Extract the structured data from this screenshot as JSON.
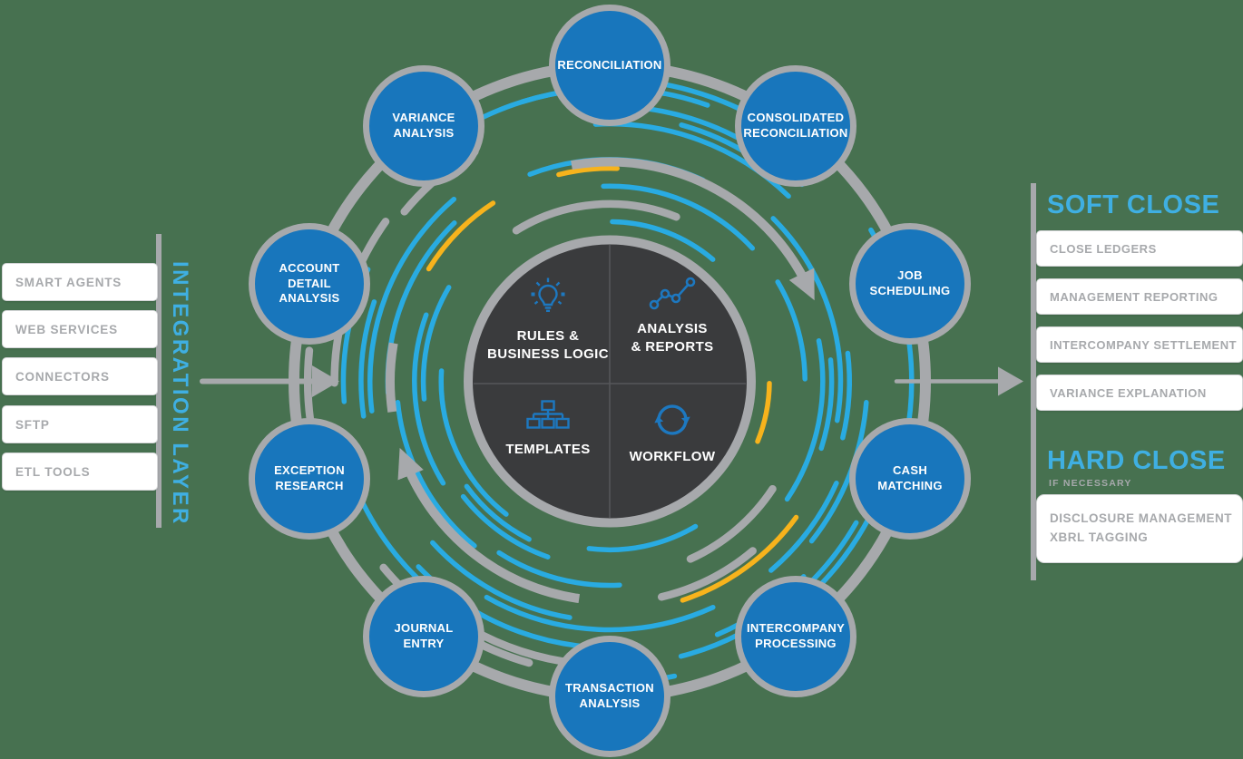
{
  "palette": {
    "background_green": "#477150",
    "node_blue": "#1876BC",
    "ring_gray": "#A7A9AC",
    "hub_dark": "#3A3B3D",
    "heading_blue": "#3FAFE2",
    "dash_cyan": "#29ABE2",
    "dash_yellow": "#F7B31C",
    "dash_gray": "#A7A9AC",
    "icon_blue": "#1D78C0",
    "box_text_gray": "#A7A9AC",
    "label_white": "#FFFFFF"
  },
  "integration": {
    "title": "INTEGRATION LAYER",
    "items": [
      {
        "label": "SMART AGENTS"
      },
      {
        "label": "WEB SERVICES"
      },
      {
        "label": "CONNECTORS"
      },
      {
        "label": "SFTP"
      },
      {
        "label": "ETL TOOLS"
      }
    ]
  },
  "hub": {
    "quadrants": [
      {
        "icon": "lightbulb-icon",
        "label": "RULES &\nBUSINESS LOGIC"
      },
      {
        "icon": "trend-chart-icon",
        "label": "ANALYSIS\n& REPORTS"
      },
      {
        "icon": "sitemap-icon",
        "label": "TEMPLATES"
      },
      {
        "icon": "sync-arrows-icon",
        "label": "WORKFLOW"
      }
    ]
  },
  "nodes": [
    {
      "label": "RECONCILIATION"
    },
    {
      "label": "CONSOLIDATED\nRECONCILIATION"
    },
    {
      "label": "JOB\nSCHEDULING"
    },
    {
      "label": "CASH\nMATCHING"
    },
    {
      "label": "INTERCOMPANY\nPROCESSING"
    },
    {
      "label": "TRANSACTION\nANALYSIS"
    },
    {
      "label": "JOURNAL\nENTRY"
    },
    {
      "label": "EXCEPTION\nRESEARCH"
    },
    {
      "label": "ACCOUNT\nDETAIL\nANALYSIS"
    },
    {
      "label": "VARIANCE\nANALYSIS"
    }
  ],
  "soft_close": {
    "title": "SOFT CLOSE",
    "items": [
      {
        "label": "CLOSE LEDGERS"
      },
      {
        "label": "MANAGEMENT REPORTING"
      },
      {
        "label": "INTERCOMPANY SETTLEMENT"
      },
      {
        "label": "VARIANCE EXPLANATION"
      }
    ]
  },
  "hard_close": {
    "title": "HARD CLOSE",
    "subtitle": "IF NECESSARY",
    "items": [
      {
        "label": "DISCLOSURE MANAGEMENT\nXBRL TAGGING"
      }
    ]
  }
}
